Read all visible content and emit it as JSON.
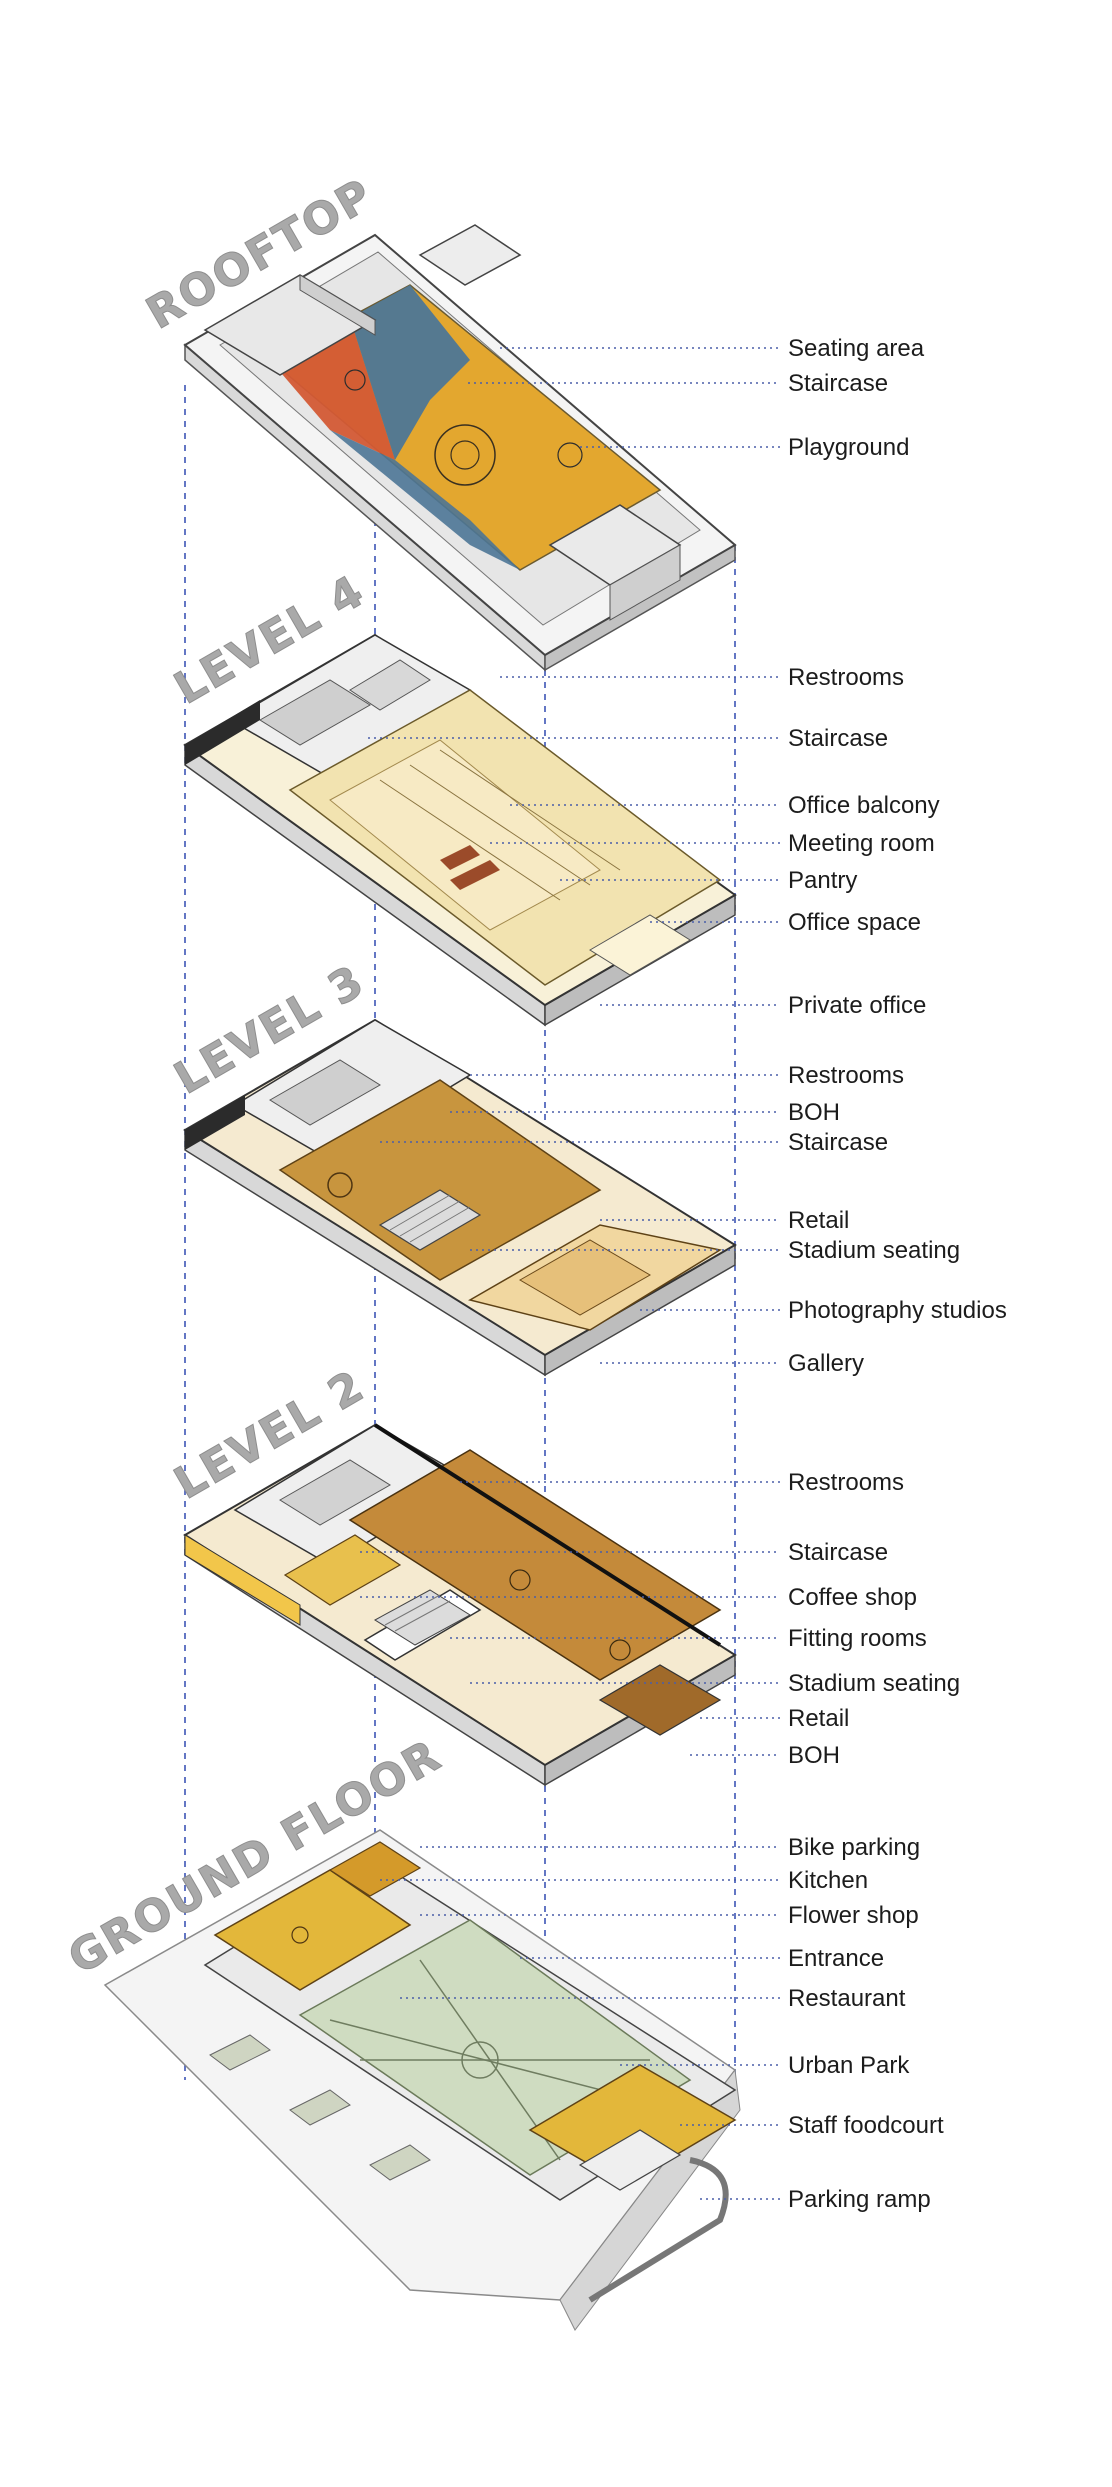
{
  "levels": [
    {
      "title": "ROOFTOP",
      "labels": [
        "Seating area",
        "Staircase",
        "Playground"
      ]
    },
    {
      "title": "LEVEL 4",
      "labels": [
        "Restrooms",
        "Staircase",
        "Office balcony",
        "Meeting room",
        "Pantry",
        "Office space",
        "Private office"
      ]
    },
    {
      "title": "LEVEL 3",
      "labels": [
        "Restrooms",
        "BOH",
        "Staircase",
        "Retail",
        "Stadium seating",
        "Photography studios",
        "Gallery"
      ]
    },
    {
      "title": "LEVEL 2",
      "labels": [
        "Restrooms",
        "Staircase",
        "Coffee shop",
        "Fitting rooms",
        "Stadium seating",
        "Retail",
        "BOH"
      ]
    },
    {
      "title": "GROUND FLOOR",
      "labels": [
        "Bike parking",
        "Kitchen",
        "Flower shop",
        "Entrance",
        "Restaurant",
        "Urban Park",
        "Staff foodcourt",
        "Parking ramp"
      ]
    }
  ],
  "colors": {
    "leader": "#4a5ea8",
    "guide": "#3d55b5",
    "level_title": "#a9a9a9",
    "playground_red": "#d35a35",
    "playground_blue": "#4d7696",
    "playground_yellow": "#e3a72f",
    "office_floor": "#f2e3b0",
    "retail_floor": "#c8953e",
    "restaurant_floor": "#e8c04d",
    "park_floor": "#cfdcc1"
  }
}
